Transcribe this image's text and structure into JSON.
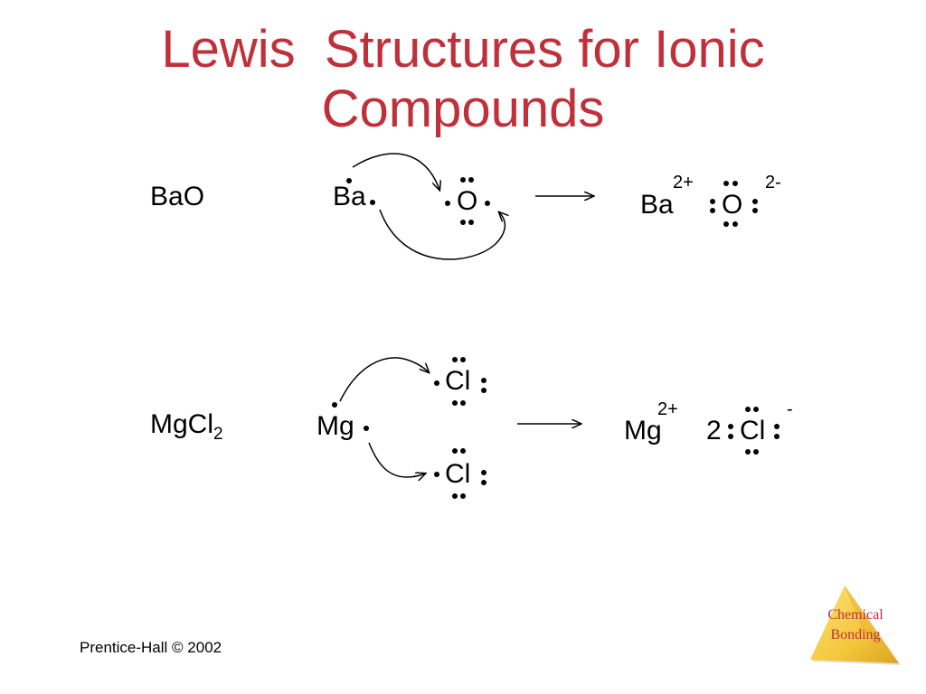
{
  "slide": {
    "title_line1": "Lewis  Structures for Ionic",
    "title_line2": "Compounds",
    "footer": "Prentice-Hall © 2002"
  },
  "row_bao": {
    "formula": "BaO",
    "reactant_metal": "Ba",
    "reactant_nonmetal": "O",
    "product_metal": "Ba",
    "metal_charge": "2+",
    "product_anion": "O",
    "anion_charge": "2-"
  },
  "row_mgcl2": {
    "formula_main": "MgCl",
    "formula_subscript": "2",
    "reactant_metal": "Mg",
    "reactant_chlorine_1": "Cl",
    "reactant_chlorine_2": "Cl",
    "product_metal": "Mg",
    "metal_charge": "2+",
    "coefficient": "2",
    "product_anion": "Cl",
    "anion_charge": "-"
  },
  "logo": {
    "line1": "Chemical",
    "line2": "Bonding",
    "fill_color": "#f5c83c",
    "text_color": "#c0303a",
    "icon": "triangle-pyramid-icon"
  },
  "colors": {
    "title": "#c0303a",
    "body_text": "#000000",
    "background": "#ffffff"
  }
}
